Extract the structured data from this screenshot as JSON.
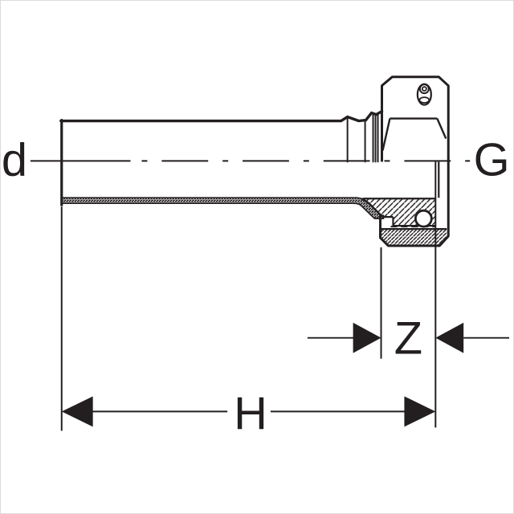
{
  "drawing": {
    "labels": {
      "pipe_diameter": "d",
      "thread_size": "G",
      "offset_z": "Z",
      "overall_length": "H"
    },
    "colors": {
      "line": "#231f20",
      "background": "#ffffff"
    }
  }
}
